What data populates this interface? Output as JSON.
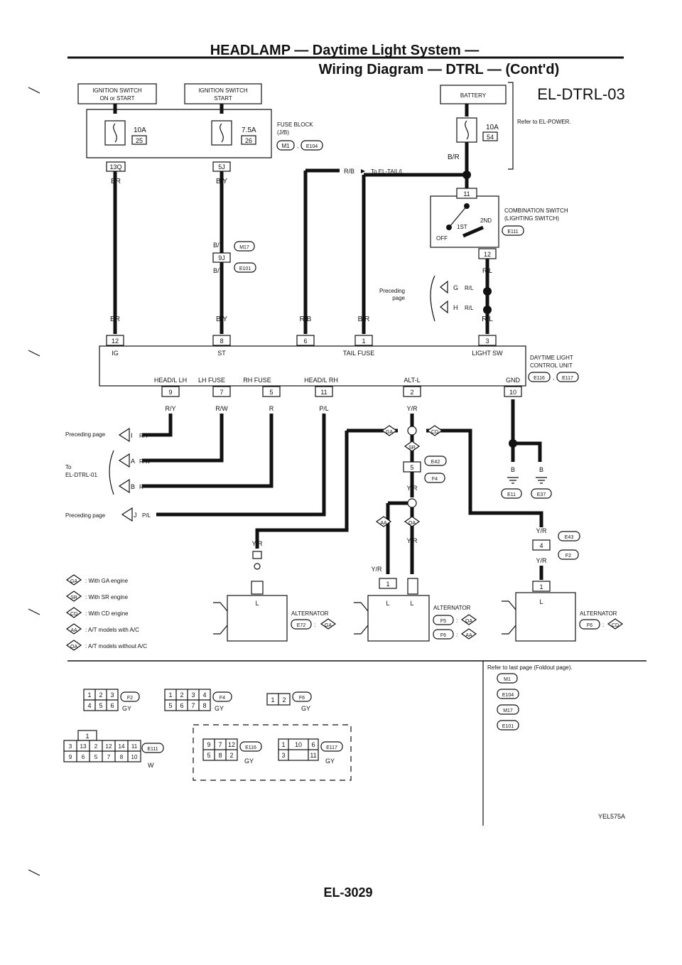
{
  "header": {
    "title": "HEADLAMP — Daytime Light System —",
    "subtitle": "Wiring Diagram — DTRL — (Cont'd)",
    "code": "EL-DTRL-03",
    "page_number": "EL-3029",
    "image_id": "YEL575A"
  },
  "top": {
    "ign_on_l1": "IGNITION SWITCH",
    "ign_on_l2": "ON or START",
    "ign_start_l1": "IGNITION SWITCH",
    "ign_start_l2": "START",
    "battery": "BATTERY",
    "refer_power": "Refer to EL-POWER.",
    "fuse1_amp": "10A",
    "fuse1_num": "25",
    "fuse2_amp": "7.5A",
    "fuse2_num": "26",
    "fuse3_amp": "10A",
    "fuse3_num": "54",
    "fuse_block_l1": "FUSE BLOCK",
    "fuse_block_l2": "(J/B)",
    "fb_conn_1": "M1",
    "fb_conn_sep": ",",
    "fb_conn_2": "E104",
    "term_13q": "13Q",
    "term_5j": "5J",
    "wire_br": "BR",
    "wire_by": "B/Y",
    "wire_rb": "R/B",
    "to_tail": "To EL-TAIL/L",
    "wire_br2": "B/R"
  },
  "combination_switch": {
    "l1": "COMBINATION SWITCH",
    "l2": "(LIGHTING SWITCH)",
    "conn": "E111",
    "off": "OFF",
    "first": "1ST",
    "second": "2ND",
    "term_11": "11",
    "term_12": "12",
    "wire_rl": "R/L",
    "preceding_l1": "Preceding",
    "preceding_l2": "page",
    "g": "G",
    "h": "H"
  },
  "middle": {
    "by": "B/Y",
    "m17": "M17",
    "t9j": "9J",
    "e101": "E101",
    "col_br": "BR",
    "col_by": "B/Y",
    "col_rb": "R/B",
    "col_br2": "B/R",
    "col_rl": "R/L",
    "t12": "12",
    "t8": "8",
    "t6": "6",
    "t1": "1",
    "t3": "3"
  },
  "control_unit": {
    "top_labels": [
      "IG",
      "ST",
      "TAIL FUSE",
      "LIGHT SW"
    ],
    "bottom_labels": [
      "HEAD/L LH",
      "LH FUSE",
      "RH FUSE",
      "HEAD/L RH",
      "ALT-L",
      "GND"
    ],
    "name_l1": "DAYTIME LIGHT",
    "name_l2": "CONTROL UNIT",
    "conn_1": "E116",
    "conn_sep": ",",
    "conn_2": "E117",
    "pins": [
      "9",
      "7",
      "5",
      "11",
      "2",
      "10"
    ],
    "wires": [
      "R/Y",
      "R/W",
      "R",
      "P/L",
      "Y/R",
      "B"
    ]
  },
  "left_refs": {
    "preceding_page_1": "Preceding page",
    "i": "I",
    "ry": "R/Y",
    "to_l1": "To",
    "to_l2": "EL-DTRL-01",
    "a": "A",
    "rw": "R/W",
    "b": "B",
    "r": "R",
    "preceding_page_2": "Preceding page",
    "j": "J",
    "pl": "P/L"
  },
  "junction": {
    "ga": "GA",
    "cd": "CD",
    "sr": "SR",
    "t5": "5",
    "e42": "E42",
    "f4": "F4",
    "yr": "Y/R",
    "aa": "AA",
    "oa": "OA",
    "yr2": "Y/R",
    "yr3": "Y/R",
    "t1": "1"
  },
  "ground": {
    "b1": "B",
    "b2": "B",
    "e11": "E11",
    "e37": "E37"
  },
  "right_alt": {
    "yr": "Y/R",
    "e43": "E43",
    "t4": "4",
    "f2": "F2",
    "yr2": "Y/R",
    "t1": "1"
  },
  "alternators": {
    "name": "ALTERNATOR",
    "l": "L",
    "left_conn": "E72",
    "left_cond": "GA",
    "left_wire": "Y/R",
    "mid_f5": "F5",
    "mid_oa": "OA",
    "mid_f6": "F6",
    "mid_aa": "AA",
    "colon": ":",
    "right_f6": "F6",
    "right_cd": "CD"
  },
  "legend": [
    {
      "code": "GA",
      "text": ": With GA engine"
    },
    {
      "code": "SR",
      "text": ": With SR engine"
    },
    {
      "code": "CD",
      "text": ": With CD engine"
    },
    {
      "code": "AA",
      "text": ": A/T models with A/C"
    },
    {
      "code": "OA",
      "text": ": A/T models without A/C"
    }
  ],
  "connectors": {
    "refer_last": "Refer to last page (Foldout page).",
    "refer_list": [
      "M1",
      "E104",
      "M17",
      "E101"
    ],
    "f2_name": "F2",
    "f2_color": "GY",
    "f2_pins": [
      "1",
      "2",
      "3",
      "4",
      "5",
      "6"
    ],
    "f4_name": "F4",
    "f4_color": "GY",
    "f4_pins": [
      "1",
      "2",
      "3",
      "4",
      "5",
      "6",
      "7",
      "8"
    ],
    "f6_name": "F6",
    "f6_color": "GY",
    "f6_pins": [
      "1",
      "2"
    ],
    "e111_name": "E111",
    "e111_color": "W",
    "e111_top": [
      "1"
    ],
    "e111_row1": [
      "3",
      "13",
      "2",
      "12",
      "14",
      "11"
    ],
    "e111_row2": [
      "9",
      "6",
      "5",
      "7",
      "8",
      "10"
    ],
    "e116_name": "E116",
    "e116_color": "GY",
    "e116_row1": [
      "9",
      "7",
      "12"
    ],
    "e116_row2": [
      "5",
      "8",
      "2"
    ],
    "e117_name": "E117",
    "e117_color": "GY",
    "e117_row1": [
      "1",
      "10",
      "6"
    ],
    "e117_row2": [
      "3",
      "11"
    ]
  }
}
